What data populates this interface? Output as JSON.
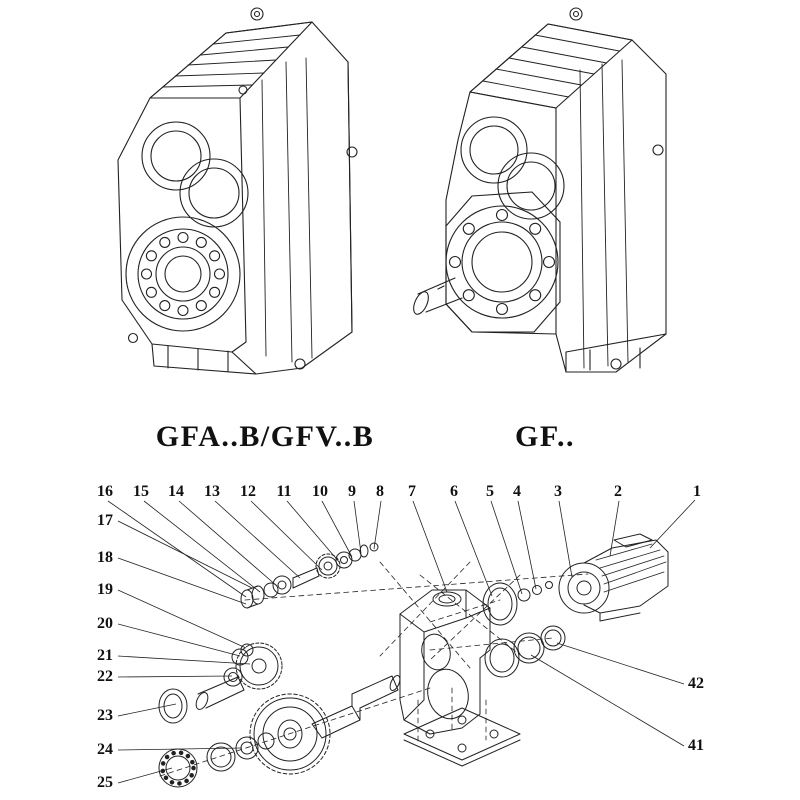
{
  "page": {
    "background": "#ffffff",
    "ink": "#1c1c1c"
  },
  "models": {
    "left_label": "GFA..B/GFV..B",
    "right_label": "GF.."
  },
  "exploded": {
    "callouts": {
      "top": [
        "16",
        "15",
        "14",
        "13",
        "12",
        "11",
        "10",
        "9",
        "8",
        "7",
        "6",
        "5",
        "4",
        "3",
        "2",
        "1"
      ],
      "left": [
        "17",
        "18",
        "19",
        "20",
        "21",
        "22",
        "23",
        "24",
        "25"
      ],
      "right": [
        "42",
        "41"
      ]
    }
  }
}
